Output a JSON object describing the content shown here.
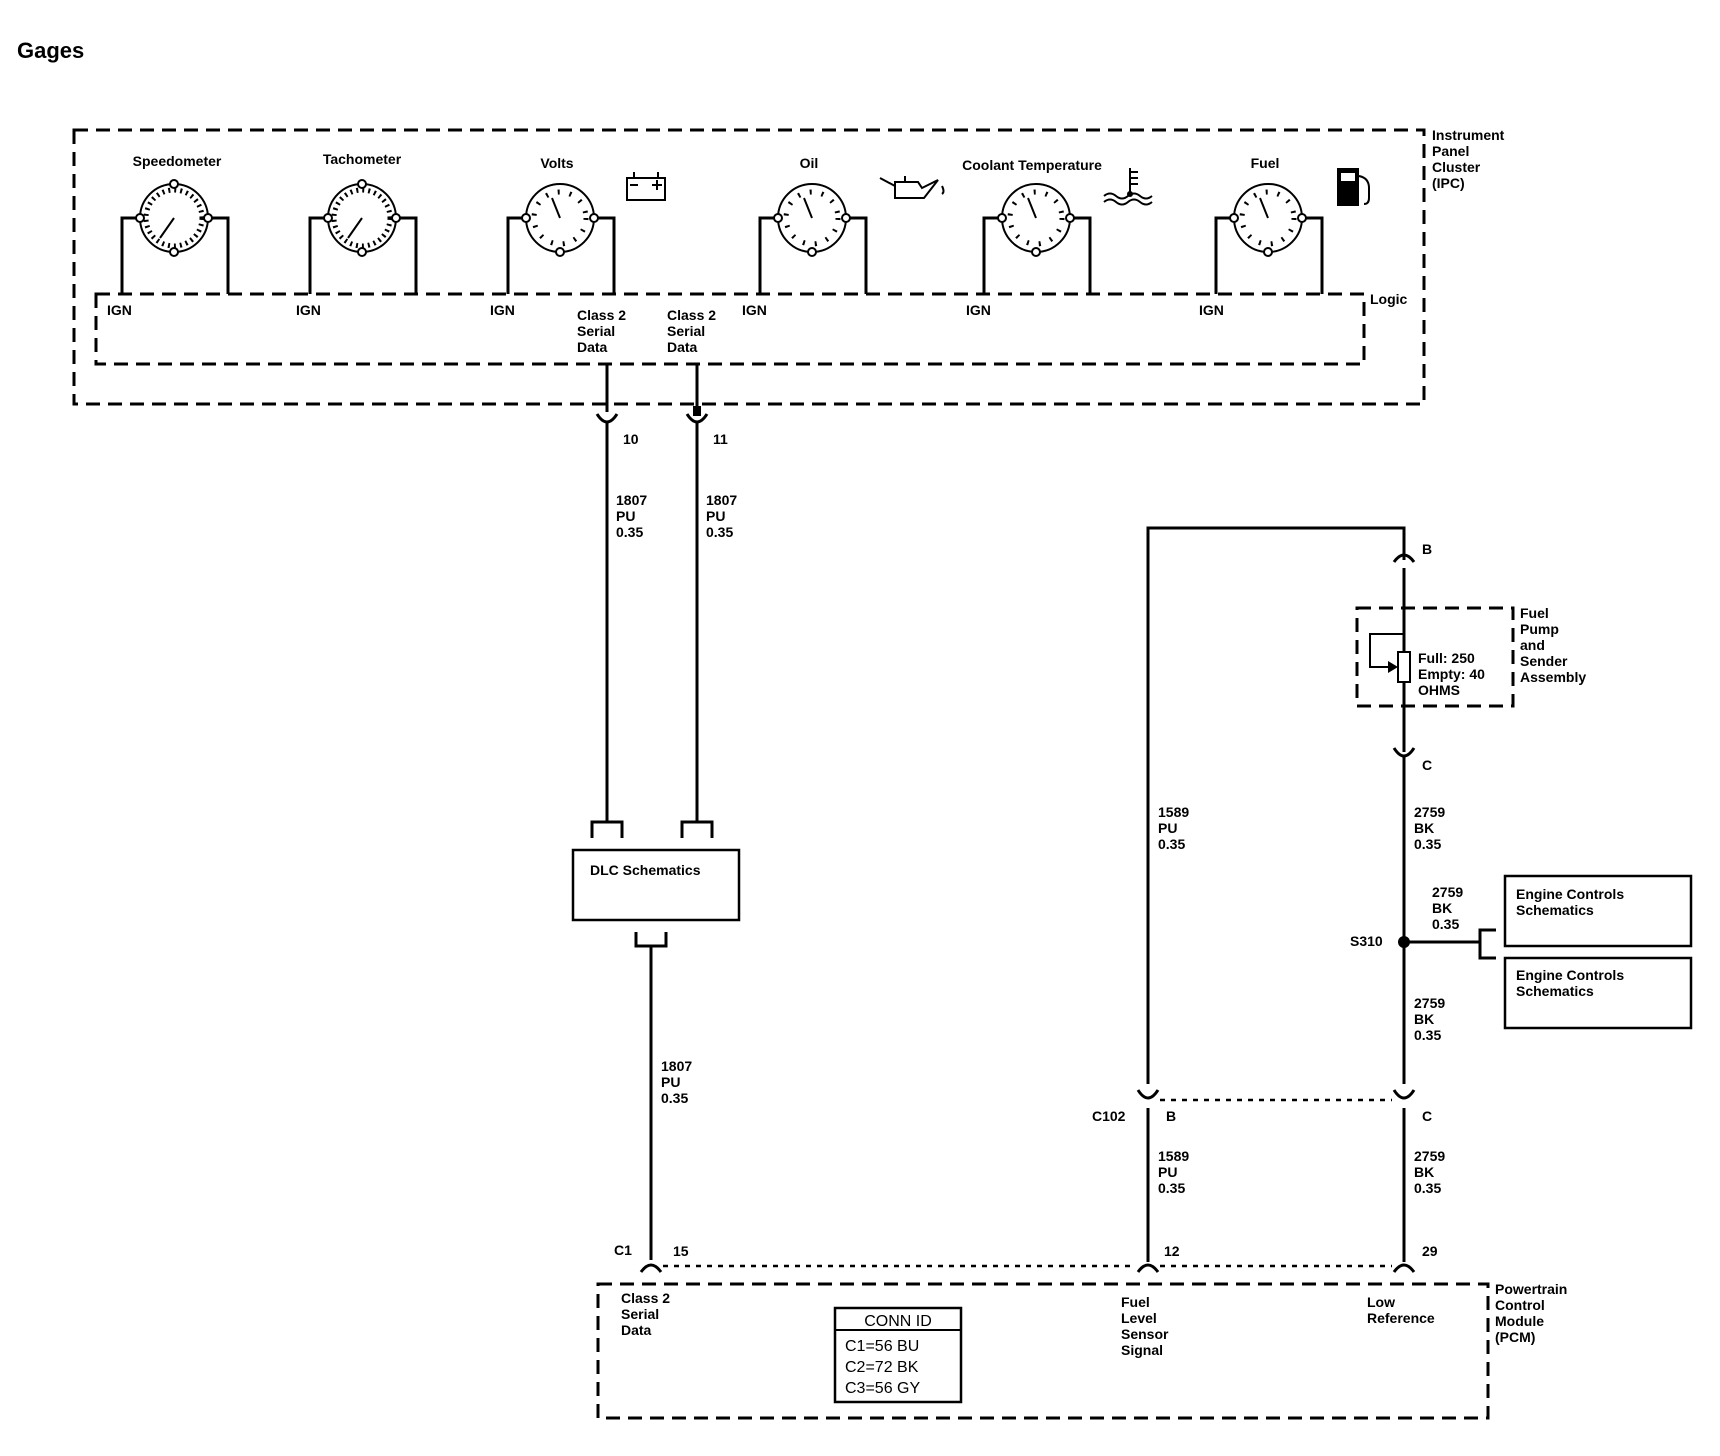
{
  "title": "Gages",
  "ipc": {
    "name_lines": [
      "Instrument",
      "Panel",
      "Cluster",
      "(IPC)"
    ],
    "logic_label": "Logic",
    "gauges": [
      {
        "label": "Speedometer",
        "icon": "none"
      },
      {
        "label": "Tachometer",
        "icon": "none"
      },
      {
        "label": "Volts",
        "icon": "battery-icon"
      },
      {
        "label": "Oil",
        "icon": "oil-can-icon"
      },
      {
        "label": "Coolant Temperature",
        "icon": "coolant-temp-icon"
      },
      {
        "label": "Fuel",
        "icon": "fuel-pump-icon"
      }
    ],
    "ign_label": "IGN",
    "serial_lines": [
      "Class 2",
      "Serial",
      "Data"
    ]
  },
  "ipc_pins": [
    "10",
    "11"
  ],
  "wire_1807": [
    "1807",
    "PU",
    "0.35"
  ],
  "wire_1589": [
    "1589",
    "PU",
    "0.35"
  ],
  "wire_2759": [
    "2759",
    "BK",
    "0.35"
  ],
  "dlc_label": "DLC Schematics",
  "fuel_sender": {
    "name_lines": [
      "Fuel",
      "Pump",
      "and",
      "Sender",
      "Assembly"
    ],
    "spec_lines": [
      "Full: 250",
      "Empty: 40",
      "OHMS"
    ],
    "pin_top": "B",
    "pin_bottom": "C"
  },
  "splice": "S310",
  "engine_controls": [
    [
      "Engine Controls",
      "Schematics"
    ],
    [
      "Engine Controls",
      "Schematics"
    ]
  ],
  "c102": {
    "name": "C102",
    "pin_b": "B",
    "pin_c": "C"
  },
  "pcm": {
    "connector": "C1",
    "pins": [
      "15",
      "12",
      "29"
    ],
    "name_lines": [
      "Powertrain",
      "Control",
      "Module",
      "(PCM)"
    ],
    "signals": {
      "class2": [
        "Class 2",
        "Serial",
        "Data"
      ],
      "fuel_level": [
        "Fuel",
        "Level",
        "Sensor",
        "Signal"
      ],
      "low_ref": [
        "Low",
        "Reference"
      ]
    },
    "conn_id": {
      "header": "CONN ID",
      "rows": [
        "C1=56 BU",
        "C2=72 BK",
        "C3=56 GY"
      ]
    }
  }
}
